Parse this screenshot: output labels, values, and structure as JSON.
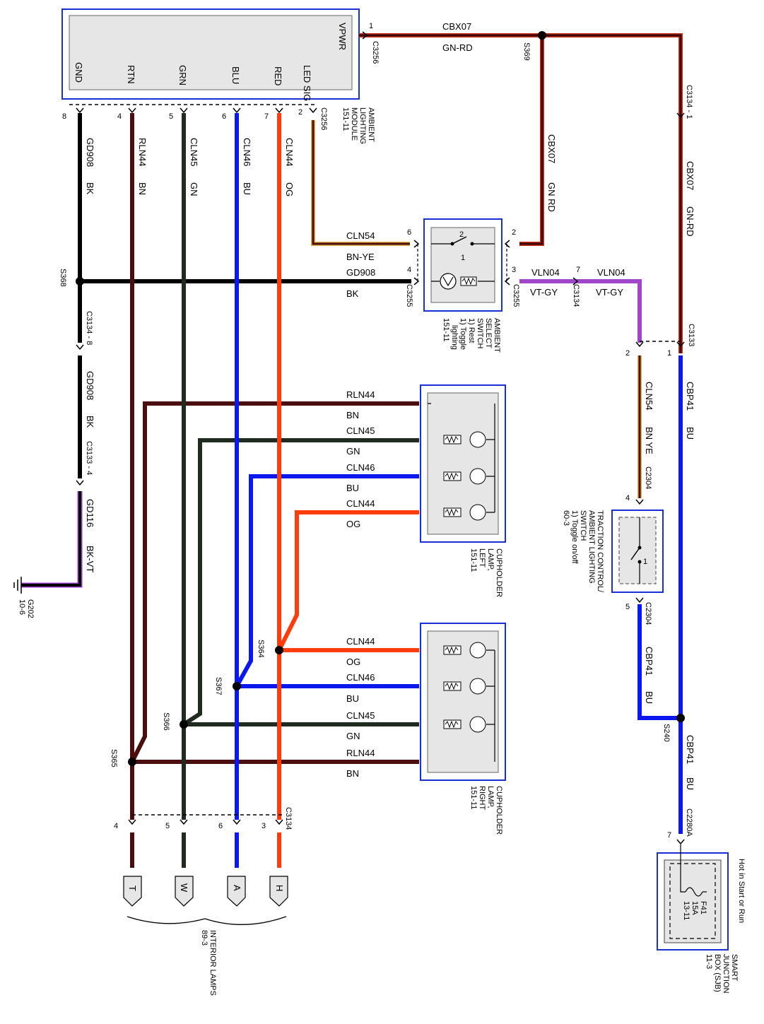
{
  "modules": {
    "ambient_module": {
      "pins": [
        "VPWR",
        "GND",
        "RTN",
        "GRN",
        "BLU",
        "RED",
        "LED SIG"
      ],
      "name": [
        "AMBIENT",
        "LIGHTING",
        "MODULE",
        "151-11"
      ],
      "connector": "C3256"
    },
    "select_switch": {
      "name": [
        "AMBIENT",
        "SELECT",
        "SWITCH",
        "1) Rest",
        "1) Toggle",
        "lighting",
        "151-11"
      ]
    },
    "traction_switch": {
      "name": [
        "TRACTION CONTROL/",
        "AMBIENT LIGHTING",
        "SWITCH",
        "1) Toggle on/off",
        "60-3"
      ]
    },
    "cup_left": {
      "name": [
        "CUPHOLDER",
        "LAMP,",
        "LEFT",
        "151-11"
      ]
    },
    "cup_right": {
      "name": [
        "CUPHOLDER",
        "LAMP,",
        "RIGHT",
        "151-11"
      ]
    },
    "sjb": {
      "name": [
        "SMART",
        "JUNCTION",
        "BOX (SJB)",
        "11-3"
      ],
      "hot": "Hot in Start or Run",
      "fuse": [
        "F41",
        "15A",
        "13-11"
      ]
    },
    "interior": {
      "name": [
        "INTERIOR LAMPS",
        "89-3"
      ],
      "pins": [
        "T",
        "W",
        "A",
        "H"
      ]
    },
    "ground": {
      "name": [
        "G202",
        "10-6"
      ]
    }
  },
  "wire_labels": {
    "cbx07": "CBX07",
    "gn_rd": "GN-RD",
    "gn_rd_space": "GN RD",
    "gd908": "GD908",
    "bk": "BK",
    "rln44": "RLN44",
    "bn": "BN",
    "cln45": "CLN45",
    "gn": "GN",
    "cln46": "CLN46",
    "bu": "BU",
    "cln44": "CLN44",
    "og": "OG",
    "cln54": "CLN54",
    "bn_ye": "BN-YE",
    "bn_ye_space": "BN YE",
    "vln04": "VLN04",
    "vt_gy": "VT-GY",
    "cbp41": "CBP41",
    "gd116": "GD116",
    "bk_vt": "BK-VT"
  },
  "connectors": {
    "c3256": "C3256",
    "c3255": "C3255",
    "c3134": "C3134",
    "c3133": "C3133",
    "c2304": "C2304",
    "c2280a": "C2280A",
    "c3134_1": "C3134 - 1",
    "c3134_8": "C3134 - 8",
    "c3133_4": "C3133 - 4"
  },
  "splices": [
    "S369",
    "S368",
    "S364",
    "S367",
    "S366",
    "S365",
    "S240"
  ],
  "pin_numbers": {
    "p1": "1",
    "p2": "2",
    "p3": "3",
    "p4": "4",
    "p5": "5",
    "p6": "6",
    "p7": "7",
    "p8": "8"
  },
  "colors": {
    "gn_rd": "#7a1a10",
    "bk": "#000000",
    "bn": "#4a0e0e",
    "gn": "#1e2b1e",
    "bu": "#0a17ee",
    "og": "#ff3d0c",
    "bn_ye": "#d4a020",
    "vt_gy": "#a046c8",
    "box_blue": "#1a2fd6",
    "box_fill": "#e8e8e8"
  }
}
